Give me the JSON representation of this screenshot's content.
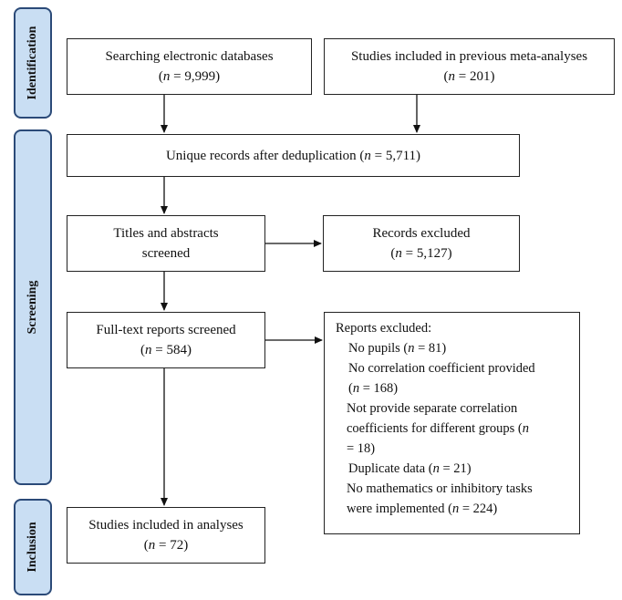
{
  "stages": {
    "identification": "Identification",
    "screening": "Screening",
    "inclusion": "Inclusion"
  },
  "boxes": {
    "databases": {
      "line1": "Searching electronic databases",
      "n_prefix": "(",
      "n_label": "n",
      "n_value": " = 9,999)"
    },
    "previous": {
      "line1": "Studies included in previous meta-analyses",
      "n_prefix": "(",
      "n_label": "n",
      "n_value": " = 201)"
    },
    "unique": {
      "line1": "Unique records after deduplication (",
      "n_label": "n",
      "n_value": " = 5,711)"
    },
    "titles": {
      "line1": "Titles and abstracts",
      "line2": "screened"
    },
    "records_excluded": {
      "line1": "Records excluded",
      "n_prefix": "(",
      "n_label": "n",
      "n_value": " = 5,127)"
    },
    "fulltext": {
      "line1": "Full-text reports screened",
      "n_prefix": "(",
      "n_label": "n",
      "n_value": " = 584)"
    },
    "included": {
      "line1": "Studies included in analyses",
      "n_prefix": "(",
      "n_label": "n",
      "n_value": " = 72)"
    },
    "reports_excluded": {
      "heading": "Reports excluded:",
      "no_pupils": "No pupils (",
      "no_pupils_n": " = 81)",
      "no_corr_line1": "No correlation coefficient provided",
      "no_corr_n": " = 168)",
      "separate_line1": "Not provide separate correlation",
      "separate_line2": "coefficients for different groups (",
      "separate_n": " = 18)",
      "duplicate": "Duplicate data (",
      "duplicate_n": " = 21)",
      "nomath_line1": "No mathematics or inhibitory tasks",
      "nomath_line2": "were implemented (",
      "nomath_n": " = 224)",
      "n_label": "n",
      "open_paren": "(",
      "eq_prefix": "= "
    }
  },
  "colors": {
    "stage_fill": "#c9def3",
    "stage_border": "#2b4a78",
    "line": "#111111"
  }
}
